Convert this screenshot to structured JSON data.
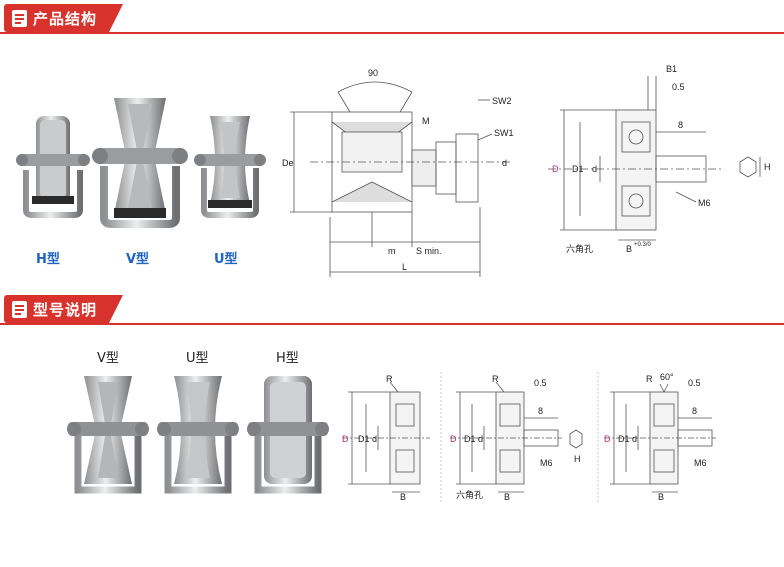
{
  "sections": {
    "structure_title": "产品结构",
    "models_title": "型号说明"
  },
  "top_labels": {
    "h": "H型",
    "v": "V型",
    "u": "U型"
  },
  "bottom_labels": {
    "v": "V型",
    "u": "U型",
    "h": "H型"
  },
  "drawing1": {
    "angle": "90",
    "de": "De",
    "m_top": "M",
    "sw2": "SW2",
    "sw1": "SW1",
    "d": "d",
    "m": "m",
    "smin": "S min.",
    "l": "L"
  },
  "drawing2": {
    "b1": "B1",
    "gap": "0.5",
    "len": "8",
    "D": "D",
    "D1": "D1",
    "d": "d",
    "thread": "M6",
    "hex": "六角孔",
    "b": "B",
    "btol": "+0.3/0",
    "h": "H"
  },
  "drawing3": {
    "r": "R",
    "D": "D",
    "D1": "D1",
    "d": "d",
    "b": "B"
  },
  "drawing4": {
    "r": "R",
    "gap": "0.5",
    "len": "8",
    "D": "D",
    "D1": "D1",
    "d": "d",
    "thread": "M6",
    "hex": "六角孔",
    "b": "B",
    "h": "H"
  },
  "drawing5": {
    "r": "R",
    "angle": "60°",
    "gap": "0.5",
    "len": "8",
    "D": "D",
    "D1": "D1",
    "d": "d",
    "thread": "M6",
    "b": "B"
  },
  "colors": {
    "accent": "#d8322c",
    "label_blue": "#1f63c4",
    "dim_pink": "#b0307a"
  }
}
